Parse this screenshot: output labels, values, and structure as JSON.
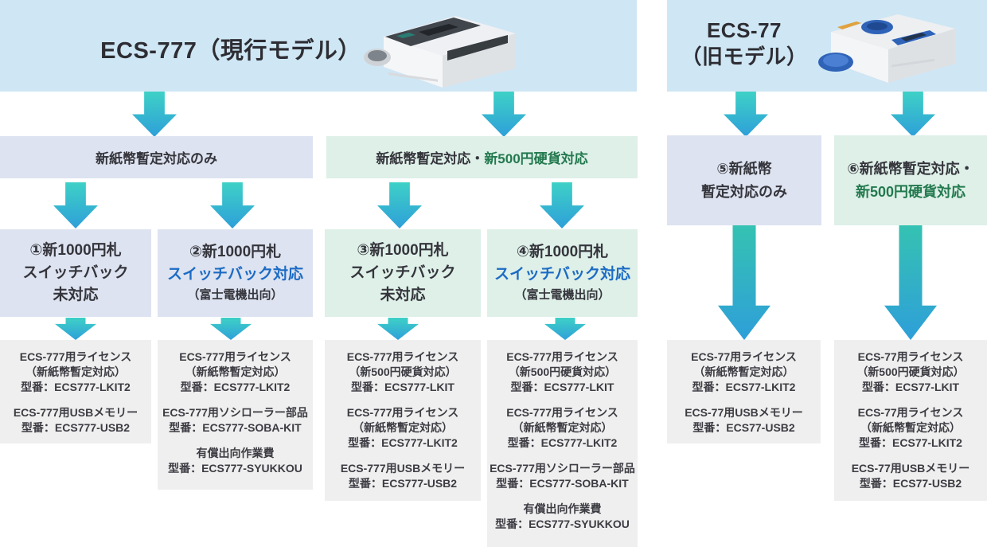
{
  "palette": {
    "header_bg": "#cfe6f4",
    "lavender_bg": "#dde3f0",
    "green_bg": "#def0e8",
    "gray_bg": "#efefef",
    "text_dark": "#35353c",
    "accent_blue": "#1c6bc4",
    "accent_green": "#23794e",
    "arrow_gradient_top": "#3ed1c6",
    "arrow_gradient_bottom": "#2e9fd9"
  },
  "headers": {
    "current": {
      "title": "ECS-777（現行モデル）"
    },
    "old": {
      "line1": "ECS-77",
      "line2": "（旧モデル）"
    }
  },
  "level2": {
    "b1": {
      "text": "新紙幣暫定対応のみ"
    },
    "b2": {
      "text_plain": "新紙幣暫定対応・",
      "text_green": "新500円硬貨対応"
    },
    "b5": {
      "line1": "⑤新紙幣",
      "line2": "暫定対応のみ"
    },
    "b6": {
      "line1": "⑥新紙幣暫定対応・",
      "line2_green": "新500円硬貨対応"
    }
  },
  "level3": {
    "b1": {
      "line1": "①新1000円札",
      "line2": "スイッチバック",
      "line3": "未対応"
    },
    "b2": {
      "line1": "②新1000円札",
      "line2_blue": "スイッチバック対応",
      "line3": "（富士電機出向）"
    },
    "b3": {
      "line1": "③新1000円札",
      "line2": "スイッチバック",
      "line3": "未対応"
    },
    "b4": {
      "line1": "④新1000円札",
      "line2_blue": "スイッチバック対応",
      "line3": "（富士電機出向）"
    }
  },
  "parts": {
    "p1": {
      "items": [
        [
          "ECS-777用ライセンス",
          "（新紙幣暫定対応）",
          "型番：ECS777-LKIT2"
        ],
        [
          "ECS-777用USBメモリー",
          "型番：ECS777-USB2"
        ]
      ]
    },
    "p2": {
      "items": [
        [
          "ECS-777用ライセンス",
          "（新紙幣暫定対応）",
          "型番：ECS777-LKIT2"
        ],
        [
          "ECS-777用ソシローラー部品",
          "型番：ECS777-SOBA-KIT"
        ],
        [
          "有償出向作業費",
          "型番：ECS777-SYUKKOU"
        ]
      ]
    },
    "p3": {
      "items": [
        [
          "ECS-777用ライセンス",
          "（新500円硬貨対応）",
          "型番：ECS777-LKIT"
        ],
        [
          "ECS-777用ライセンス",
          "（新紙幣暫定対応）",
          "型番：ECS777-LKIT2"
        ],
        [
          "ECS-777用USBメモリー",
          "型番：ECS777-USB2"
        ]
      ]
    },
    "p4": {
      "items": [
        [
          "ECS-777用ライセンス",
          "（新500円硬貨対応）",
          "型番：ECS777-LKIT"
        ],
        [
          "ECS-777用ライセンス",
          "（新紙幣暫定対応）",
          "型番：ECS777-LKIT2"
        ],
        [
          "ECS-777用ソシローラー部品",
          "型番：ECS777-SOBA-KIT"
        ],
        [
          "有償出向作業費",
          "型番：ECS777-SYUKKOU"
        ]
      ]
    },
    "p5": {
      "items": [
        [
          "ECS-77用ライセンス",
          "（新紙幣暫定対応）",
          "型番：ECS77-LKIT2"
        ],
        [
          "ECS-77用USBメモリー",
          "型番：ECS77-USB2"
        ]
      ]
    },
    "p6": {
      "items": [
        [
          "ECS-77用ライセンス",
          "（新500円硬貨対応）",
          "型番：ECS77-LKIT"
        ],
        [
          "ECS-77用ライセンス",
          "（新紙幣暫定対応）",
          "型番：ECS77-LKIT2"
        ],
        [
          "ECS-77用USBメモリー",
          "型番：ECS77-USB2"
        ]
      ]
    }
  }
}
